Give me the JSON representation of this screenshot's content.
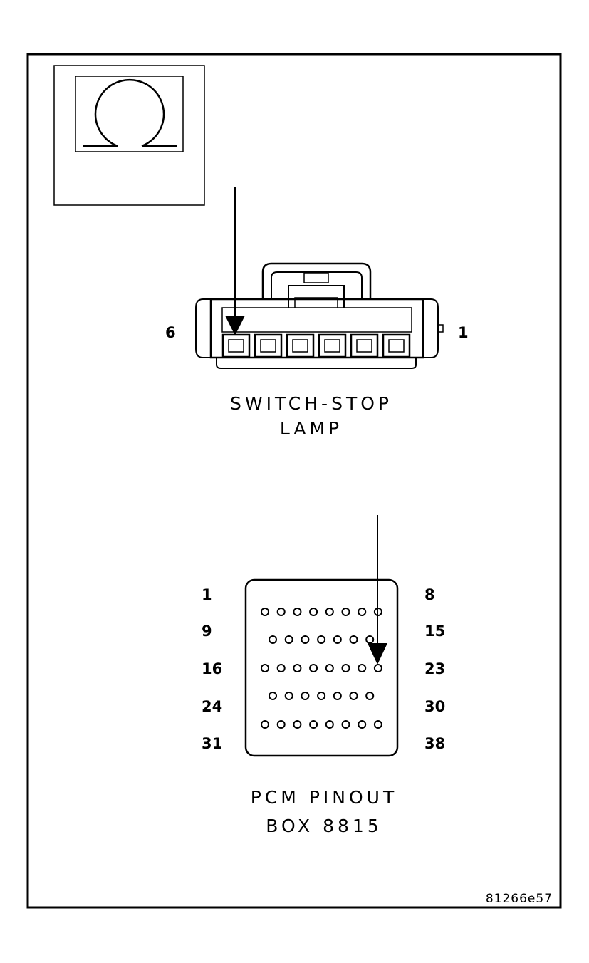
{
  "symbol": {
    "icon": "ohmmeter-symbol-icon"
  },
  "switch_connector": {
    "title_line1": "SWITCH-STOP",
    "title_line2": "LAMP",
    "left_pin_label": "6",
    "right_pin_label": "1",
    "cavity_count": 6,
    "probed_cavity": 6
  },
  "pcm_connector": {
    "title_line1": "PCM PINOUT",
    "title_line2": "BOX 8815",
    "rows": [
      {
        "first": "1",
        "last": "8",
        "count": 8
      },
      {
        "first": "9",
        "last": "15",
        "count": 7
      },
      {
        "first": "16",
        "last": "23",
        "count": 8
      },
      {
        "first": "24",
        "last": "30",
        "count": 7
      },
      {
        "first": "31",
        "last": "38",
        "count": 8
      }
    ],
    "probed_pin": "23"
  },
  "figure_ref": "81266e57"
}
